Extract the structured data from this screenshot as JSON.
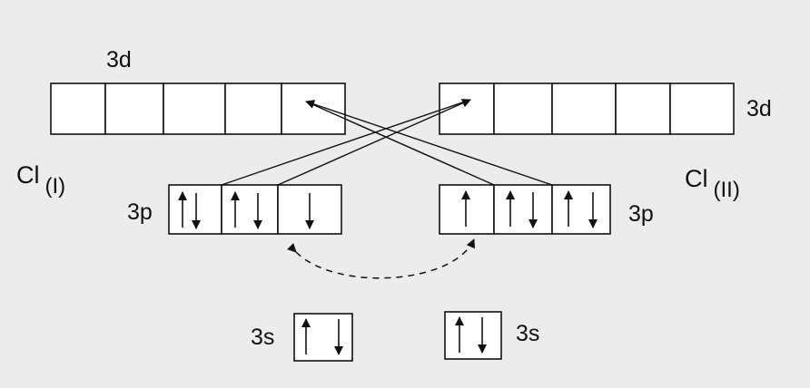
{
  "left_atom": {
    "symbol": "Cl",
    "label": "(I)",
    "d_label": "3d",
    "p_label": "3p",
    "s_label": "3s",
    "d_orbitals": [
      "empty",
      "empty",
      "empty",
      "empty",
      "empty"
    ],
    "p_orbitals": [
      "paired",
      "paired",
      "down"
    ],
    "s_orbitals": [
      "paired"
    ]
  },
  "right_atom": {
    "symbol": "Cl",
    "label": "(II)",
    "d_label": "3d",
    "p_label": "3p",
    "s_label": "3s",
    "d_orbitals": [
      "empty",
      "empty",
      "empty",
      "empty",
      "empty"
    ],
    "p_orbitals": [
      "up",
      "paired",
      "paired"
    ],
    "s_orbitals": [
      "paired"
    ]
  },
  "colors": {
    "background": "#ececec",
    "line": "#111111"
  }
}
